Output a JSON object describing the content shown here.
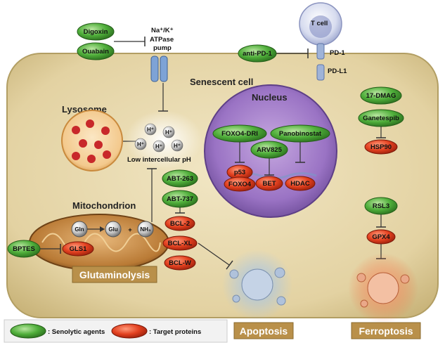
{
  "diagram": {
    "cell_label": "Senescent cell",
    "tcell_label": "T cell",
    "pd1_label": "PD-1",
    "pdl1_label": "PD-L1",
    "pump_label_1": "Na⁺/K⁺",
    "pump_label_2": "ATPase",
    "pump_label_3": "pump",
    "lysosome_label": "Lysosome",
    "nucleus_label": "Nucleus",
    "mito_label": "Mitochondrion",
    "ph_label": "Low intercellular pH",
    "hplus": "H⁺",
    "gln": "Gln",
    "glu": "Glu",
    "plus": "+",
    "nh3": "NH₃",
    "glutaminolysis": "Glutaminolysis",
    "apoptosis": "Apoptosis",
    "ferroptosis": "Ferroptosis",
    "agents": {
      "digoxin": "Digoxin",
      "ouabain": "Ouabain",
      "anti_pd1": "anti-PD-1",
      "foxo4_dri": "FOXO4-DRI",
      "panobinostat": "Panobinostat",
      "arv825": "ARV825",
      "dmag": "17-DMAG",
      "ganetespib": "Ganetespib",
      "abt263": "ABT-263",
      "abt737": "ABT-737",
      "rsl3": "RSL3",
      "bptes": "BPTES"
    },
    "targets": {
      "p53": "p53",
      "foxo4": "FOXO4",
      "bet": "BET",
      "hdac": "HDAC",
      "hsp90": "HSP90",
      "bcl2": "BCL-2",
      "bclxl": "BCL-XL",
      "bclw": "BCL-W",
      "gpx4": "GPX4",
      "gls1": "GLS1"
    },
    "legend": {
      "agents": ": Senolytic agents",
      "targets": ": Target proteins"
    }
  }
}
